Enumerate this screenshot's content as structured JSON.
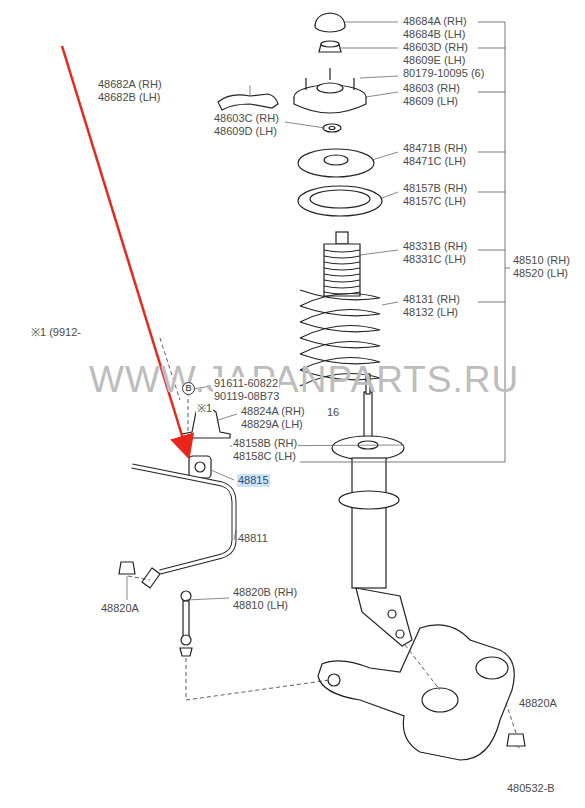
{
  "diagram": {
    "labels": [
      "48684A (RH)",
      "48684B (LH)",
      "48603D (RH)",
      "48609E (LH)",
      "80179-10095 (6)",
      "48682A (RH)",
      "48682B (LH)",
      "48603 (RH)",
      "48609 (LH)",
      "48603C (RH)",
      "48609D (LH)",
      "48471B (RH)",
      "48471C (LH)",
      "48157B (RH)",
      "48157C (LH)",
      "48510 (RH)",
      "48520 (LH)",
      "48331B (RH)",
      "48331C (LH)",
      "48131 (RH)",
      "48132 (LH)",
      "※1 (9912-",
      "WWW.JAPANPARTS.RU",
      "B",
      "91611-60822",
      "90119-08B73",
      "※1",
      "48824A (RH)",
      "48829A (LH)",
      "16",
      "48158B (RH)",
      "48158C (LH)",
      "48815",
      "48811",
      "48820A",
      "48820B (RH)",
      "48810 (LH)",
      "48820A",
      "480532-B"
    ]
  }
}
